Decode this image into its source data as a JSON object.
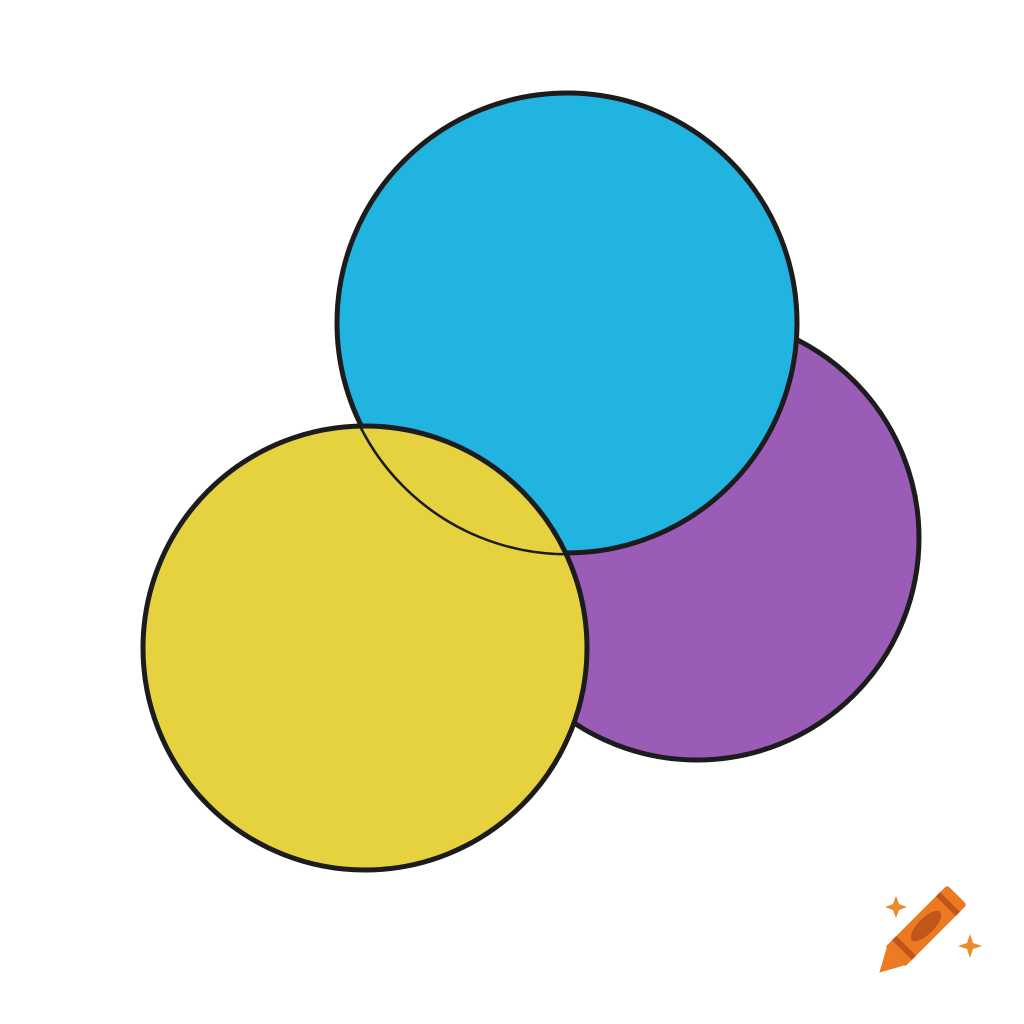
{
  "diagram": {
    "type": "overlapping-circles",
    "circle_count": 3,
    "background": "#ffffff",
    "outline_color": "#1c1c1c",
    "circles": [
      {
        "name": "blue-circle",
        "fill": "#22b4e0"
      },
      {
        "name": "purple-circle",
        "fill": "#9b5cb8"
      },
      {
        "name": "yellow-circle",
        "fill": "#e6d13f"
      }
    ],
    "overlap_fill": "#e6d13f"
  },
  "watermark": {
    "icon": "crayon-icon",
    "colors": {
      "body": "#ec7a22",
      "stripe": "#c0561a",
      "sparkle": "#e88c2c"
    }
  }
}
